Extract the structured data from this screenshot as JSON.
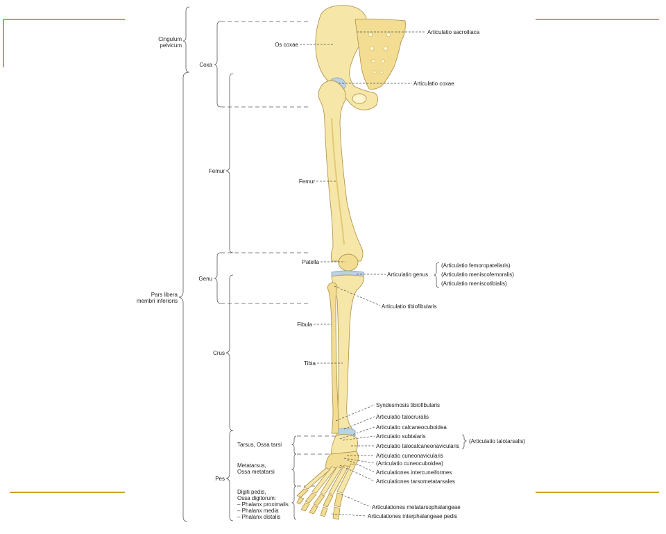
{
  "colors": {
    "accent_rule": "#c9a227",
    "bone_fill": "#f6e7a8",
    "bone_shade": "#e3c874",
    "bone_outline": "#b4964f",
    "cartilage": "#b9d3e3",
    "leader": "#4d4d4d",
    "text": "#222222"
  },
  "regions": {
    "cingulum": "Cingulum\npelvicum",
    "coxa": "Coxa",
    "femur": "Femur",
    "genu": "Genu",
    "pars_libera": "Pars libera\nmembri inferioris",
    "crus": "Crus",
    "pes": "Pes",
    "tarsus": "Tarsus, Ossa tarsi",
    "metatarsus": "Metatarsus,\nOssa metatarsi",
    "digiti": "Digiti pedis,\nOssa digitorum:\n– Phalanx proximalis\n– Phalanx media\n– Phalanx distalis"
  },
  "bones": {
    "os_coxae": "Os coxae",
    "femur": "Femur",
    "patella": "Patella",
    "fibula": "Fibula",
    "tibia": "Tibia"
  },
  "joints": {
    "sacroiliaca": "Articulatio sacroiliaca",
    "coxae": "Articulatio coxae",
    "genus": "Articulatio genus",
    "genus_sub": [
      "(Articulatio femoropatellaris)",
      "(Articulatio meniscofemoralis)",
      "(Articulatio meniscotibialis)"
    ],
    "tibiofibularis": "Articulatio tibiofibularis",
    "syndesmosis": "Syndesmosis tibiofibularis",
    "talocruralis": "Articulatio talocruralis",
    "calcaneocuboidea": "Articulatio calcaneocuboidea",
    "subtalaris": "Articulatio subtalaris",
    "talocalcaneonavicularis": "Articulatio talocalcaneonavicularis",
    "talotarsalis": "(Articulatio talotarsalis)",
    "cuneonavicularis": "Articulatio cuneonavicularis",
    "cuneocuboidea": "(Articulatio cuneocuboidea)",
    "intercuneiformes": "Articulationes intercuneiformes",
    "tarsometatarsales": "Articulationes tarsometatarsales",
    "metatarsophalangeae": "Articulationes metatarsophalangeae",
    "interphalangeae": "Articulationes interphalangeae pedis"
  }
}
